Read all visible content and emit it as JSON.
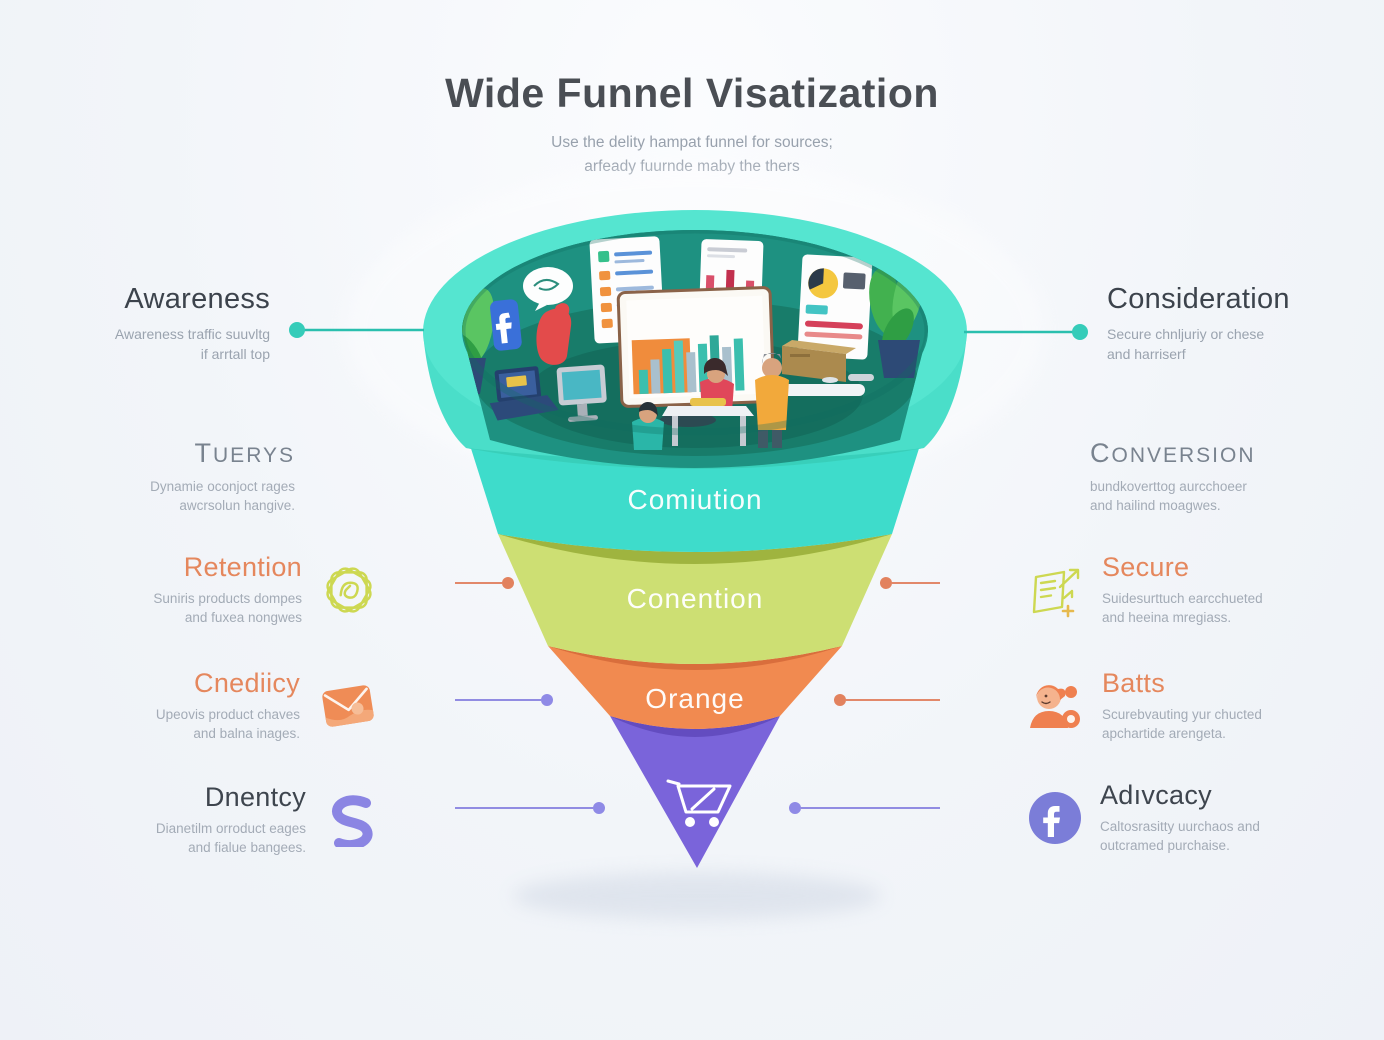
{
  "page": {
    "title": "Wide Funnel Visatization",
    "subtitle_line1": "Use the delity hampat funnel for sources;",
    "subtitle_line2": "arfeady fuurnde maby the thers"
  },
  "colors": {
    "teal_rim": "#55e5d0",
    "teal_band": "#3edccb",
    "green_band": "#cddf73",
    "orange_band": "#f18a50",
    "purple_tip": "#7a64da",
    "accent_orange_text": "#e5875d",
    "connector_teal": "#2abfae",
    "connector_orange": "#e2886a",
    "connector_purple": "#918ce2"
  },
  "funnel": {
    "stage1_label": "Comiution",
    "stage2_label": "Conention",
    "stage3_label": "Orange",
    "tip_icon": "cart-icon"
  },
  "left_items": [
    {
      "title": "Awareness",
      "desc1": "Awareness traffic suuvltg",
      "desc2": "if arrtall top"
    },
    {
      "title": "Tuerys",
      "desc1": "Dynamie oconjoct rages",
      "desc2": "awcrsolun hangive."
    },
    {
      "title": "Retention",
      "desc1": "Suniris products dompes",
      "desc2": "and fuxea nongwes",
      "icon": "badge-icon"
    },
    {
      "title": "Cnediicy",
      "desc1": "Upeovis product chaves",
      "desc2": "and balna inages.",
      "icon": "envelope-icon"
    },
    {
      "title": "Dnentcy",
      "desc1": "Dianetilm orroduct eages",
      "desc2": "and fialue bangees.",
      "icon": "swirl-icon"
    }
  ],
  "right_items": [
    {
      "title": "Consideration",
      "desc1": "Secure chnljuriy or chese",
      "desc2": "and harriserf"
    },
    {
      "title": "Conversion",
      "desc1": "bundkoverttog aurcchoeer",
      "desc2": "and hailind moagwes."
    },
    {
      "title": "Secure",
      "desc1": "Suidesurttuch earcchueted",
      "desc2": "and heeina mregiass.",
      "icon": "checklist-arrow-icon"
    },
    {
      "title": "Batts",
      "desc1": "Scurebvauting yur chucted",
      "desc2": "apchartide arengeta.",
      "icon": "person-icon"
    },
    {
      "title": "Adıvcacy",
      "desc1": "Caltosrasitty uurchaos and",
      "desc2": "outcramed purchaise.",
      "icon": "facebook-icon"
    }
  ]
}
